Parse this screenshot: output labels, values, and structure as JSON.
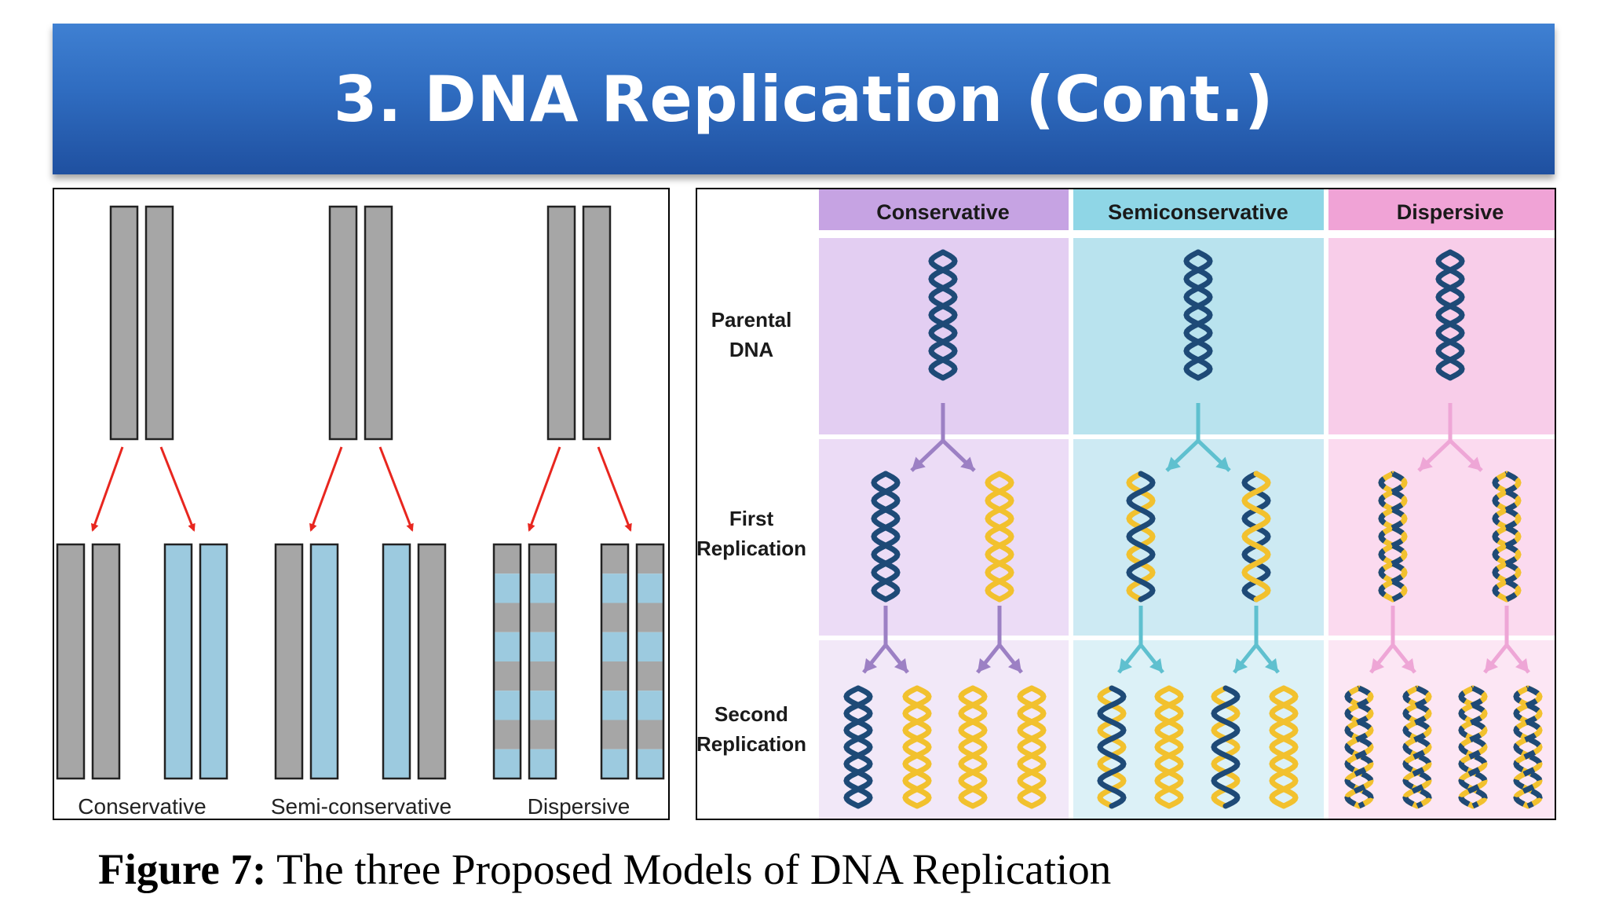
{
  "slide": {
    "title": "3. DNA Replication (Cont.)"
  },
  "left_diagram": {
    "models": [
      {
        "label": "Conservative"
      },
      {
        "label": "Semi-conservative"
      },
      {
        "label": "Dispersive"
      }
    ],
    "colors": {
      "parental_strand": "#a6a6a6",
      "new_strand": "#9ccadf",
      "arrow": "#e8261f",
      "outline": "#222222"
    }
  },
  "right_diagram": {
    "columns": [
      {
        "label": "Conservative",
        "header_color": "#c6a3e3",
        "light": "#e3cef2",
        "lighter": "#ecdcf6",
        "lightest": "#f2e8f8",
        "arrow": "#9c80c4"
      },
      {
        "label": "Semiconservative",
        "header_color": "#8fd6e6",
        "light": "#b9e3ee",
        "lighter": "#cdeaf3",
        "lightest": "#dcf1f7",
        "arrow": "#5fc0cf"
      },
      {
        "label": "Dispersive",
        "header_color": "#f0a3d6",
        "light": "#f8cde9",
        "lighter": "#fbdaef",
        "lightest": "#fce6f4",
        "arrow": "#eea6d6"
      }
    ],
    "rows": [
      {
        "label_line1": "Parental",
        "label_line2": "DNA"
      },
      {
        "label_line1": "First",
        "label_line2": "Replication"
      },
      {
        "label_line1": "Second",
        "label_line2": "Replication"
      }
    ],
    "colors": {
      "old_dna": "#1e4a77",
      "new_dna": "#f2c12e"
    }
  },
  "caption": {
    "label": "Figure 7:",
    "text": " The three Proposed Models of DNA Replication"
  }
}
